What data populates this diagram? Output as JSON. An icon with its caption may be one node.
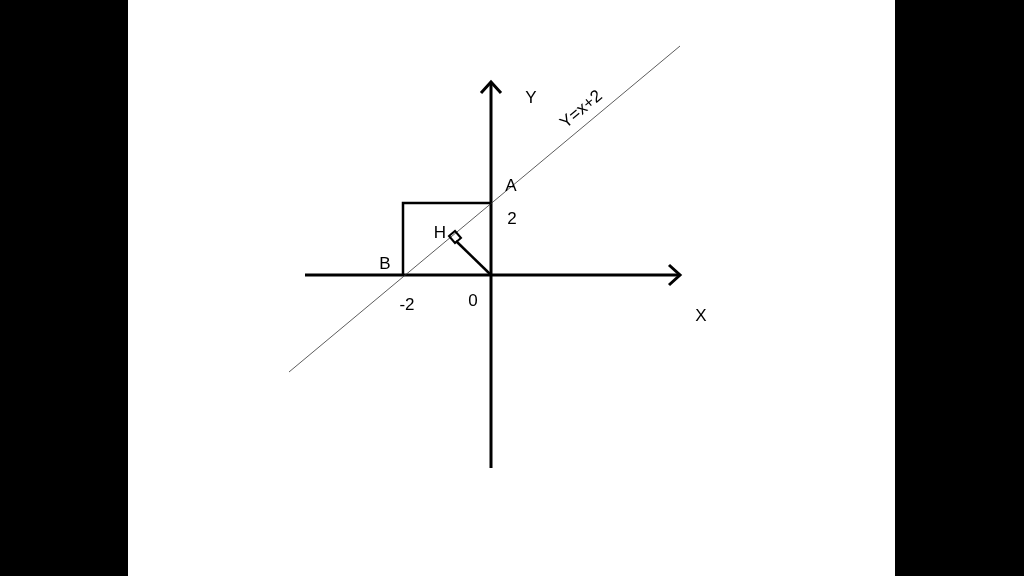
{
  "diagram": {
    "labels": [
      "Y",
      "Y=x+2",
      "A",
      "2",
      "H",
      "B",
      "-2",
      "0",
      "X"
    ]
  }
}
